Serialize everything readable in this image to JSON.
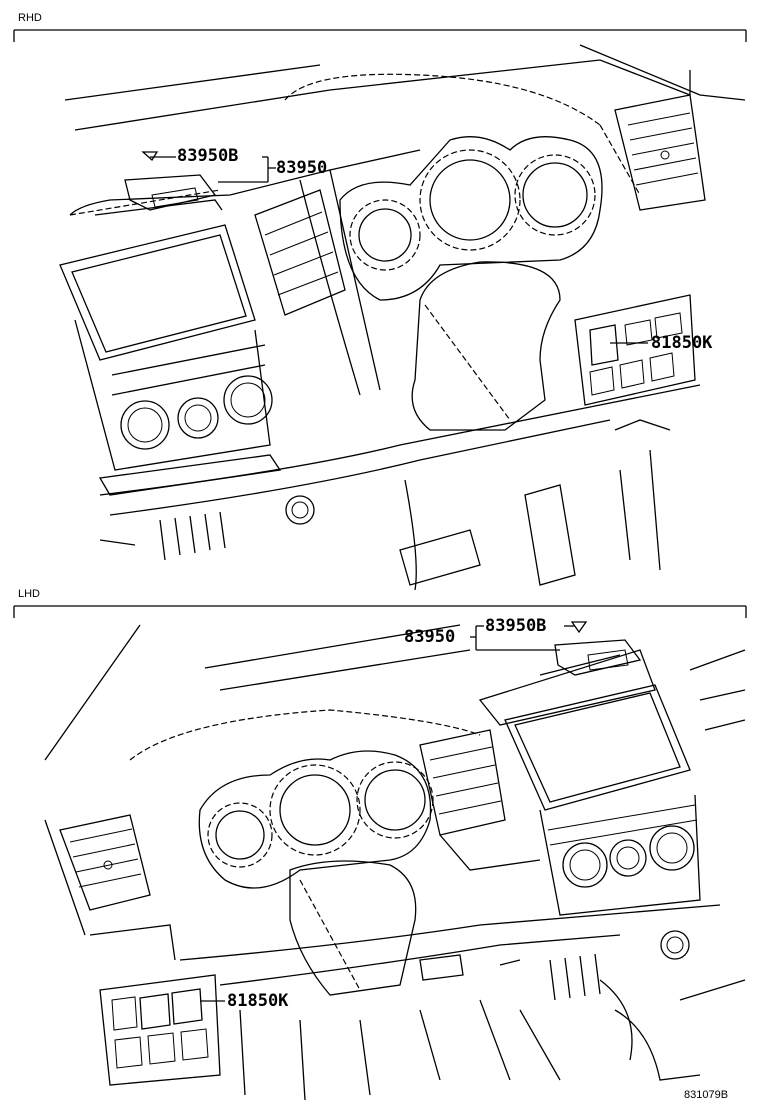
{
  "sections": {
    "rhd": {
      "header": "RHD"
    },
    "lhd": {
      "header": "LHD"
    }
  },
  "parts": {
    "rhd_83950B": "83950B",
    "rhd_83950": "83950",
    "rhd_81850K": "81850K",
    "lhd_83950": "83950",
    "lhd_83950B": "83950B",
    "lhd_81850K": "81850K"
  },
  "figure_code": "831079B"
}
